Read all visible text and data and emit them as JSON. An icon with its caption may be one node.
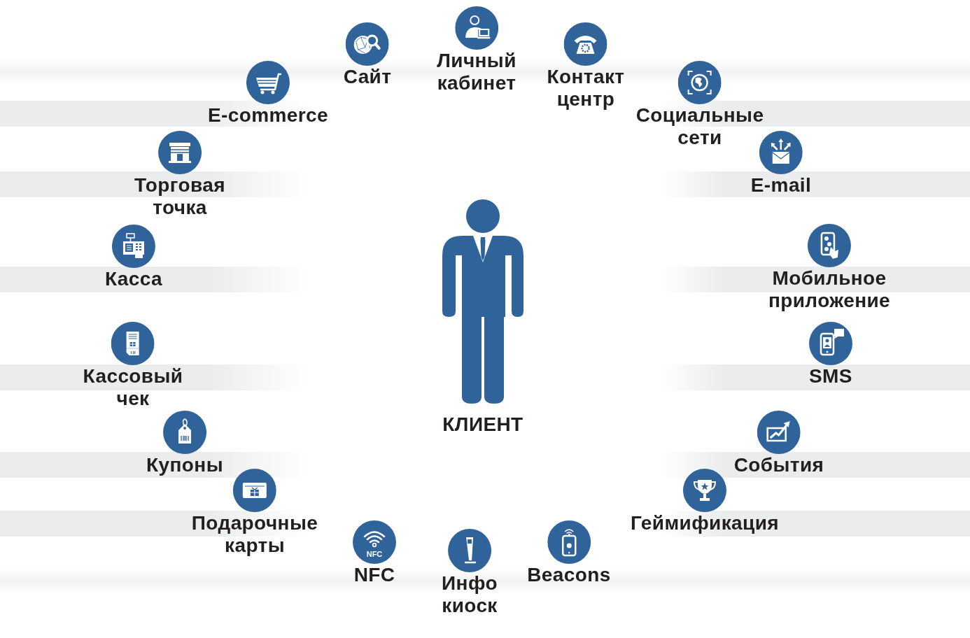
{
  "diagram": {
    "nodes": [
      {
        "text": [
          "Сайт"
        ]
      },
      {
        "text": [
          "Личный кабинет"
        ]
      },
      {
        "text": [
          "Контакт центр"
        ]
      },
      {
        "text": [
          "E-commerce"
        ]
      },
      {
        "text": [
          "Социальные сети"
        ]
      },
      {
        "text": [
          "Торговая точка"
        ]
      },
      {
        "text": [
          "E-mail"
        ]
      },
      {
        "text": [
          "Касса"
        ]
      },
      {
        "text": [
          "КЛИЕНТ"
        ]
      },
      {
        "text": [
          "Мобильное приложение"
        ]
      },
      {
        "text": [
          "Кассовый чек"
        ]
      },
      {
        "text": [
          "SMS"
        ]
      },
      {
        "text": [
          "Купоны"
        ]
      },
      {
        "text": [
          "События"
        ]
      },
      {
        "text": [
          "Подарочные карты"
        ]
      },
      {
        "text": [
          "Геймификация"
        ]
      },
      {
        "text": [
          "NFC"
        ]
      },
      {
        "text": [
          "Инфо киоск"
        ]
      },
      {
        "text": [
          "Beacons"
        ]
      }
    ],
    "labels": [
      "NFC"
    ]
  }
}
